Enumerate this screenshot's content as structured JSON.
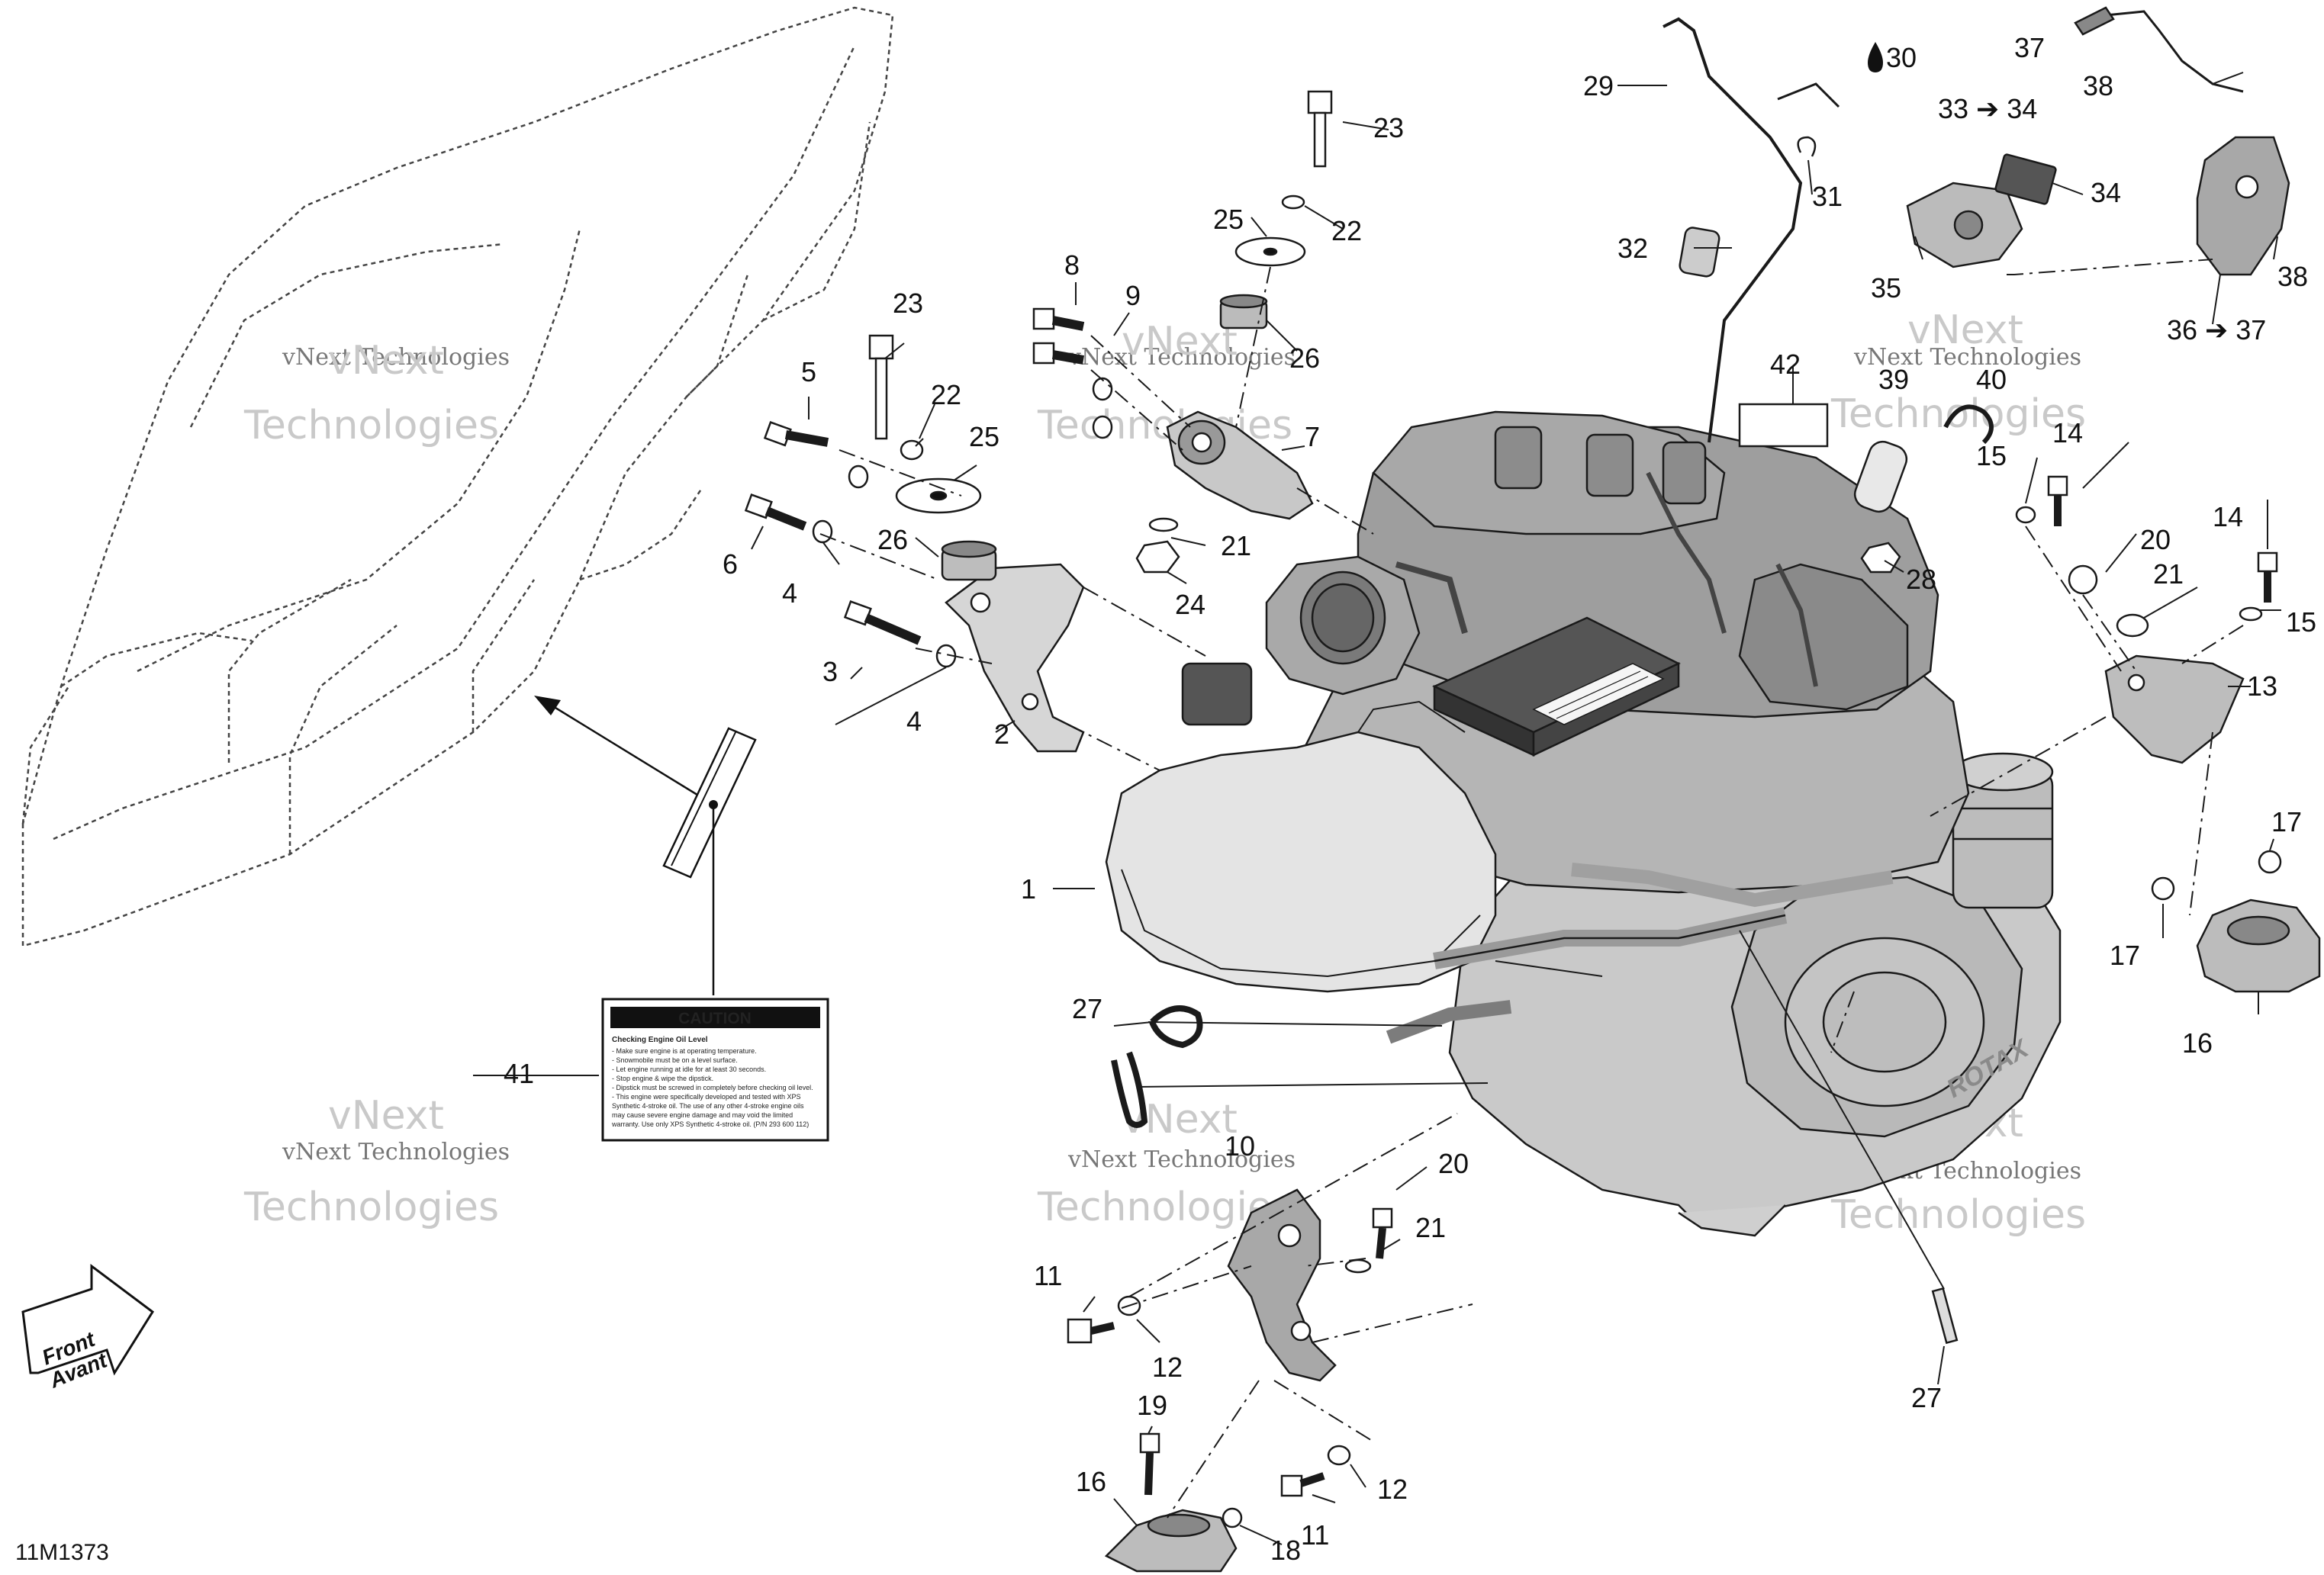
{
  "diagram_id": "11M1373",
  "watermark": {
    "line1": "vNext Technologies",
    "line2": "vNext",
    "line3": "Technologies"
  },
  "direction_arrow": {
    "line1": "Front",
    "line2": "Avant"
  },
  "caution_label": {
    "title": "CAUTION",
    "heading": "Checking Engine Oil Level",
    "lines": [
      "- Make sure engine is at operating temperature.",
      "- Snowmobile must be on a level surface.",
      "- Let engine running at idle for at least 30 seconds.",
      "- Stop engine & wipe the dipstick.",
      "- Dipstick must be screwed in completely before checking oil level.",
      "- This engine were specifically developed and tested with XPS",
      "  Synthetic 4-stroke oil. The use of any other 4-stroke engine oils",
      "  may cause severe engine damage and may void the limited",
      "  warranty. Use only XPS Synthetic 4-stroke oil. (P/N 293 600 112)"
    ]
  },
  "callouts": {
    "c1": "1",
    "c2": "2",
    "c3": "3",
    "c4a": "4",
    "c4b": "4",
    "c5": "5",
    "c6": "6",
    "c7": "7",
    "c8": "8",
    "c9": "9",
    "c10": "10",
    "c11a": "11",
    "c11b": "11",
    "c12a": "12",
    "c12b": "12",
    "c13": "13",
    "c14a": "14",
    "c14b": "14",
    "c15a": "15",
    "c15b": "15",
    "c16a": "16",
    "c16b": "16",
    "c17a": "17",
    "c17b": "17",
    "c18": "18",
    "c19": "19",
    "c20a": "20",
    "c20b": "20",
    "c21a": "21",
    "c21b": "21",
    "c21c": "21",
    "c22a": "22",
    "c22b": "22",
    "c23a": "23",
    "c23b": "23",
    "c24": "24",
    "c25a": "25",
    "c25b": "25",
    "c26a": "26",
    "c26b": "26",
    "c27a": "27",
    "c27b": "27",
    "c28": "28",
    "c29": "29",
    "c30": "30",
    "c31": "31",
    "c32": "32",
    "c33_34": "33 ➔ 34",
    "c34": "34",
    "c35": "35",
    "c36_37": "36 ➔ 37",
    "c37": "37",
    "c38a": "38",
    "c38b": "38",
    "c39": "39",
    "c40": "40",
    "c41": "41",
    "c42": "42"
  },
  "colors": {
    "line": "#1a1a1a",
    "part_fill": "#c8c8c8",
    "part_dark": "#7a7a7a",
    "tank_fill": "#e2e2e2"
  }
}
